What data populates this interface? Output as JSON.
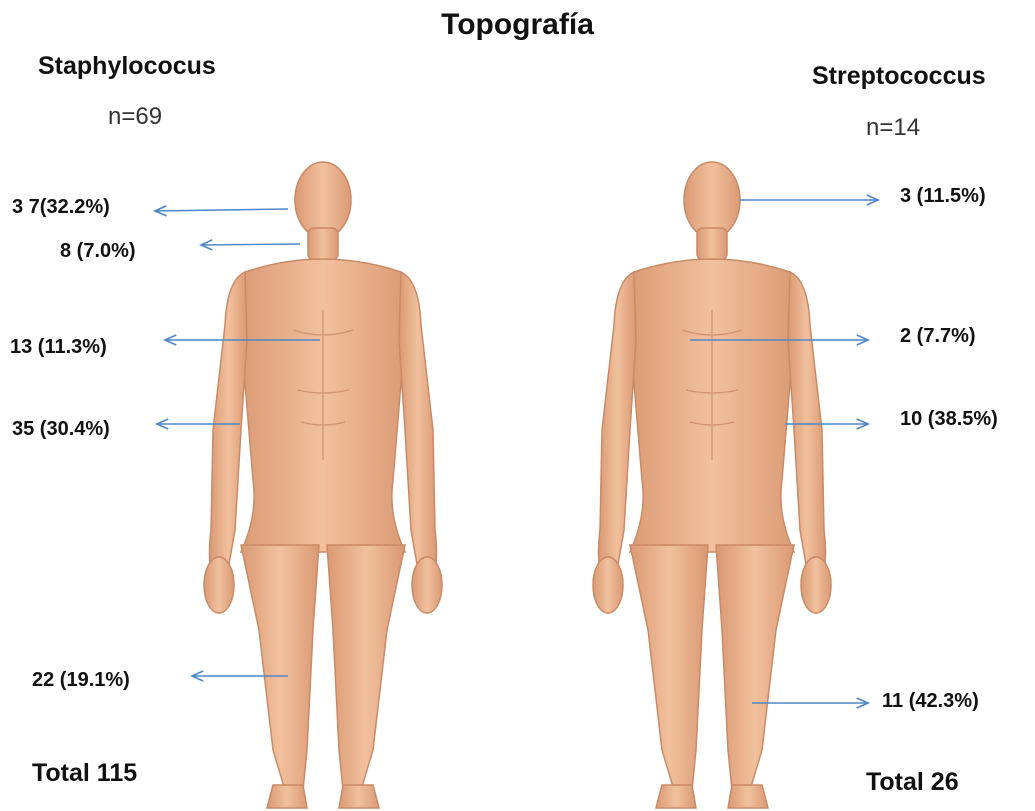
{
  "title": "Topografía",
  "panels": [
    {
      "name": "Staphylococus",
      "n": "n=69",
      "labels": [
        "3 7(32.2%)",
        "8 (7.0%)",
        "13 (11.3%)",
        "35  (30.4%)",
        "22 (19.1%)"
      ],
      "total": "Total  115"
    },
    {
      "name": "Streptococcus",
      "n": "n=14",
      "labels": [
        "3 (11.5%)",
        "2 (7.7%)",
        "10 (38.5%)",
        "11 (42.3%)"
      ],
      "total": "Total  26"
    }
  ],
  "colors": {
    "skin": "#eab08c",
    "skin_shade": "#c98a66",
    "arrow": "#4f86c6"
  }
}
